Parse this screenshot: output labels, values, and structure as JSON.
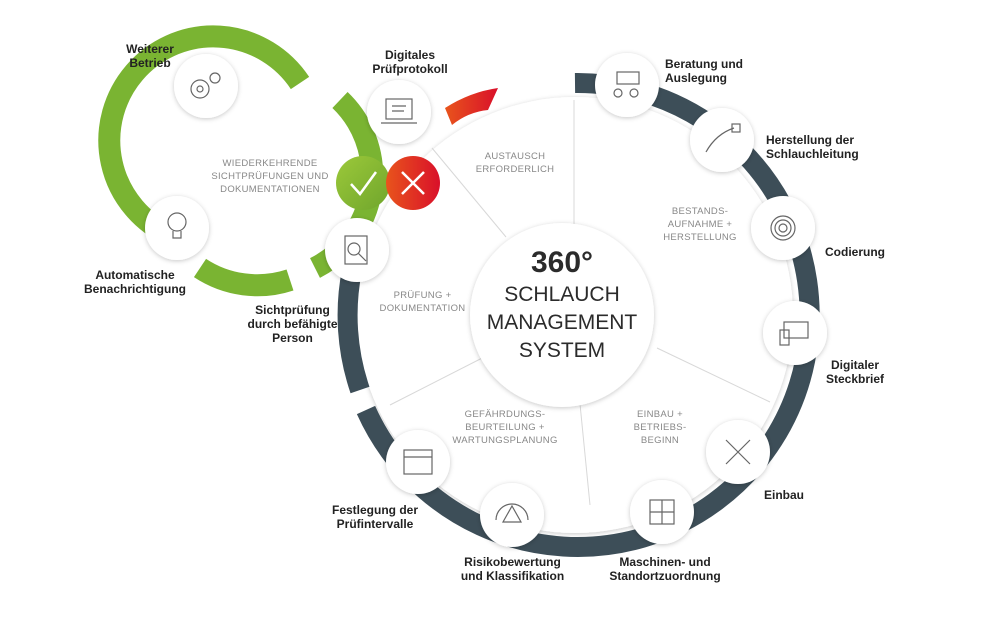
{
  "center": {
    "title": "360°",
    "line1": "SCHLAUCH",
    "line2": "MANAGEMENT",
    "line3": "SYSTEM"
  },
  "segments": {
    "austausch": [
      "AUSTAUSCH",
      "ERFORDERLICH"
    ],
    "bestand": [
      "BESTANDS-",
      "AUFNAHME +",
      "HERSTELLUNG"
    ],
    "einbau": [
      "EINBAU +",
      "BETRIEBS-",
      "BEGINN"
    ],
    "gefaehrdung": [
      "GEFÄHRDUNGS-",
      "BEURTEILUNG +",
      "WARTUNGSPLANUNG"
    ],
    "pruefung": [
      "PRÜFUNG +",
      "DOKUMENTATION"
    ],
    "wiederkehrend": [
      "WIEDERKEHRENDE",
      "SICHTPRÜFUNGEN UND",
      "DOKUMENTATIONEN"
    ]
  },
  "steps": {
    "weiterer": [
      "Weiterer",
      "Betrieb"
    ],
    "digitales": [
      "Digitales",
      "Prüfprotokoll"
    ],
    "automatische": [
      "Automatische",
      "Benachrichtigung"
    ],
    "sicht": [
      "Sichtprüfung",
      "durch befähigte",
      "Person"
    ],
    "beratung": [
      "Beratung und",
      "Auslegung"
    ],
    "herstellung": [
      "Herstellung der",
      "Schlauchleitung"
    ],
    "codierung": [
      "Codierung"
    ],
    "steckbrief": [
      "Digitaler",
      "Steckbrief"
    ],
    "einbau": [
      "Einbau"
    ],
    "maschinen": [
      "Maschinen- und",
      "Standortzuordnung"
    ],
    "risiko": [
      "Risikobewertung",
      "und Klassifikation"
    ],
    "festlegung": [
      "Festlegung der",
      "Prüfintervalle"
    ]
  },
  "colors": {
    "ring": "#3d4e58",
    "green": "#7ab432",
    "red": "#d9261c",
    "orange": "#e8541c"
  }
}
